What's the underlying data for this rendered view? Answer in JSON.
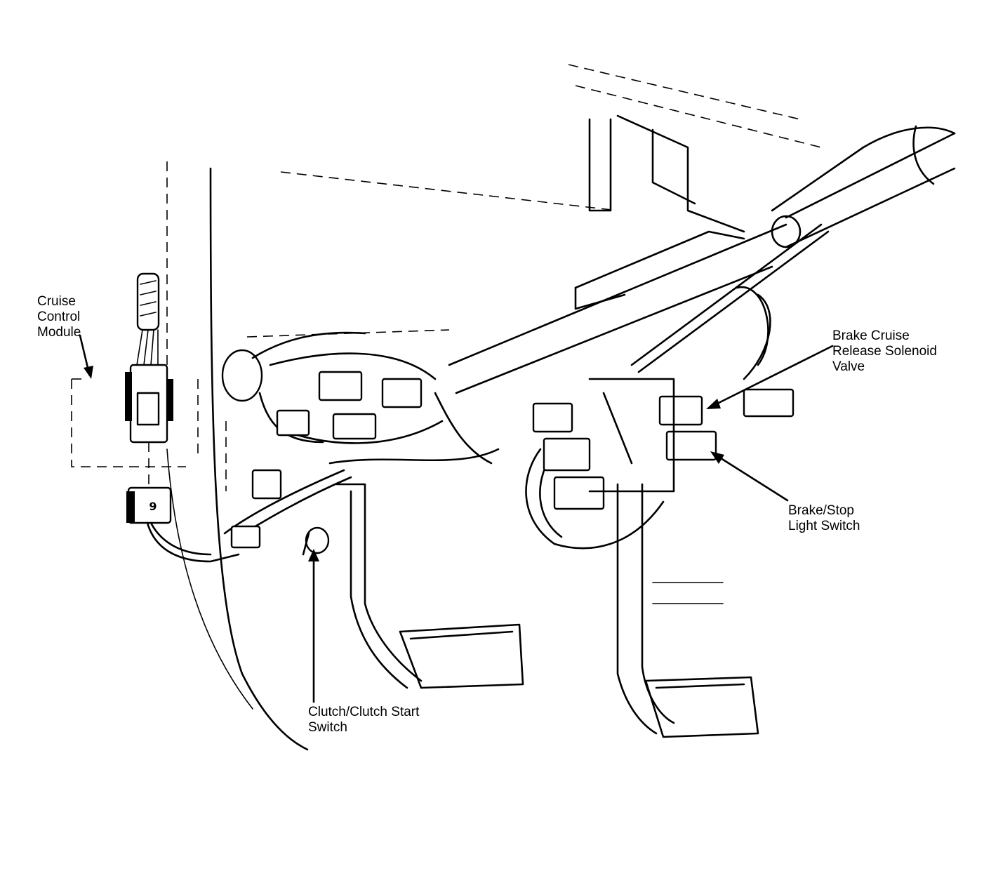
{
  "labels": {
    "cruise_control_module": [
      "Cruise",
      "Control",
      "Module"
    ],
    "brake_cruise_release": [
      "Brake Cruise",
      "Release Solenoid",
      "Valve"
    ],
    "brake_stop_light_switch": [
      "Brake/Stop",
      "Light Switch"
    ],
    "clutch_start_switch": [
      "Clutch/Clutch Start",
      "Switch"
    ]
  },
  "colors": {
    "ink": "#000000",
    "background": "#ffffff"
  }
}
